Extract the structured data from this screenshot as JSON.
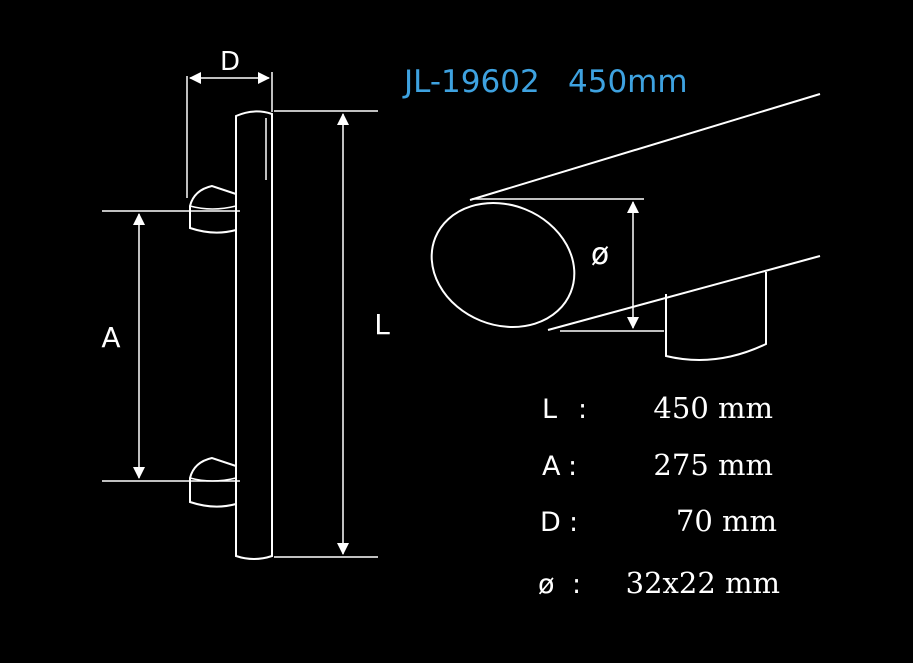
{
  "title": {
    "model": "JL-19602",
    "length": "450mm"
  },
  "dimension_labels": {
    "d": "D",
    "a": "A",
    "l": "L",
    "phi": "ø"
  },
  "specs": [
    {
      "key": "L",
      "sep": ":",
      "value": "450 mm"
    },
    {
      "key": "A",
      "sep": ":",
      "value": "275 mm"
    },
    {
      "key": "D",
      "sep": ":",
      "value": "70 mm"
    },
    {
      "key": "ø",
      "sep": ":",
      "value": "32x22 mm"
    }
  ],
  "colors": {
    "background": "#000000",
    "line": "#ffffff",
    "title": "#3ea2e0"
  }
}
